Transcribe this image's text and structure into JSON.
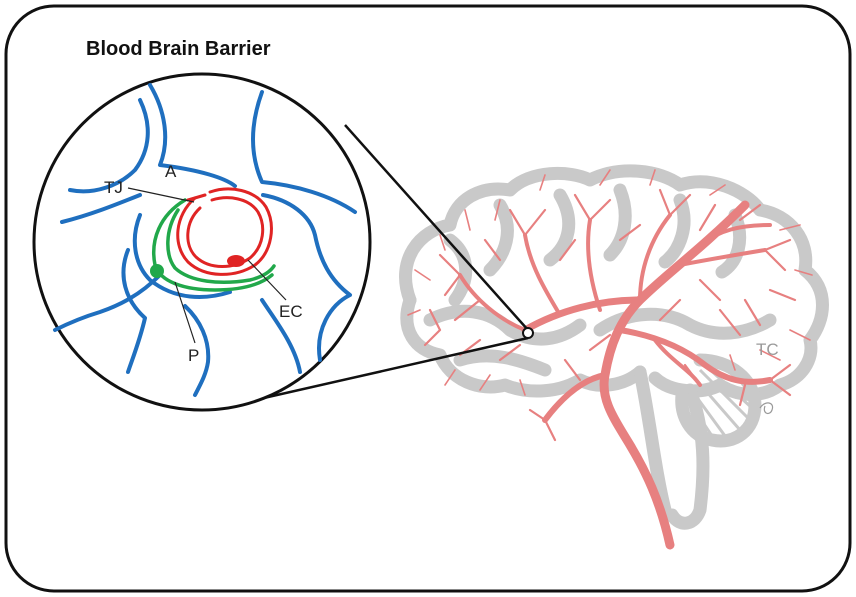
{
  "title": "Blood Brain Barrier",
  "labels": {
    "astrocyte": "A",
    "tight_junction": "TJ",
    "endothelial_cell": "EC",
    "pericyte": "P",
    "brain_region": "TC"
  },
  "colors": {
    "astrocyte": "#1f6fbf",
    "endothelial": "#e02424",
    "pericyte": "#21a84a",
    "brain": "#c9c9c9",
    "vessels": "#e78080"
  }
}
